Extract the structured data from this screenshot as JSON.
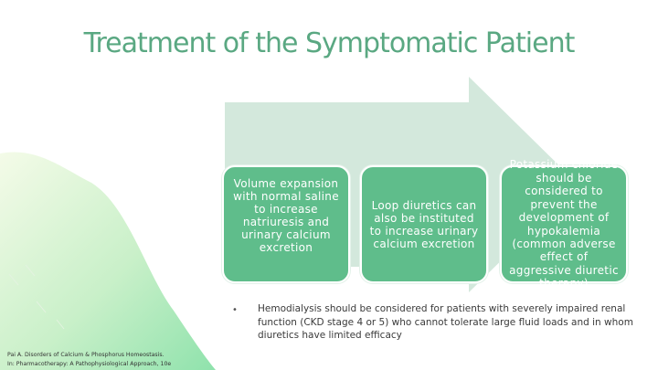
{
  "slide": {
    "title": "Treatment of the Symptomatic Patient",
    "boxes": [
      "Volume expansion with normal saline to increase natriuresis and urinary calcium excretion",
      "Loop diuretics can also be instituted to increase urinary calcium excretion",
      "Potassium chloride should be considered to prevent the development of hypokalemia (common adverse effect of aggressive diuretic therapy)"
    ],
    "bullet_marker": "•",
    "bullet_text": "Hemodialysis should be considered for patients with severely impaired renal function (CKD stage 4 or 5) who cannot tolerate large fluid loads and in whom diuretics have limited efficacy",
    "citation_line1": "Pai A. Disorders of Calcium & Phosphorus Homeostasis.",
    "citation_line2": "In: Pharmacotherapy: A Pathophysiological Approach, 10e"
  },
  "colors": {
    "title": "#5aa882",
    "box_fill": "#5fbd8b",
    "arrow": "#d3e8dc",
    "blob_light": "#f2fbe6",
    "blob_dark": "#8fe2a8"
  }
}
